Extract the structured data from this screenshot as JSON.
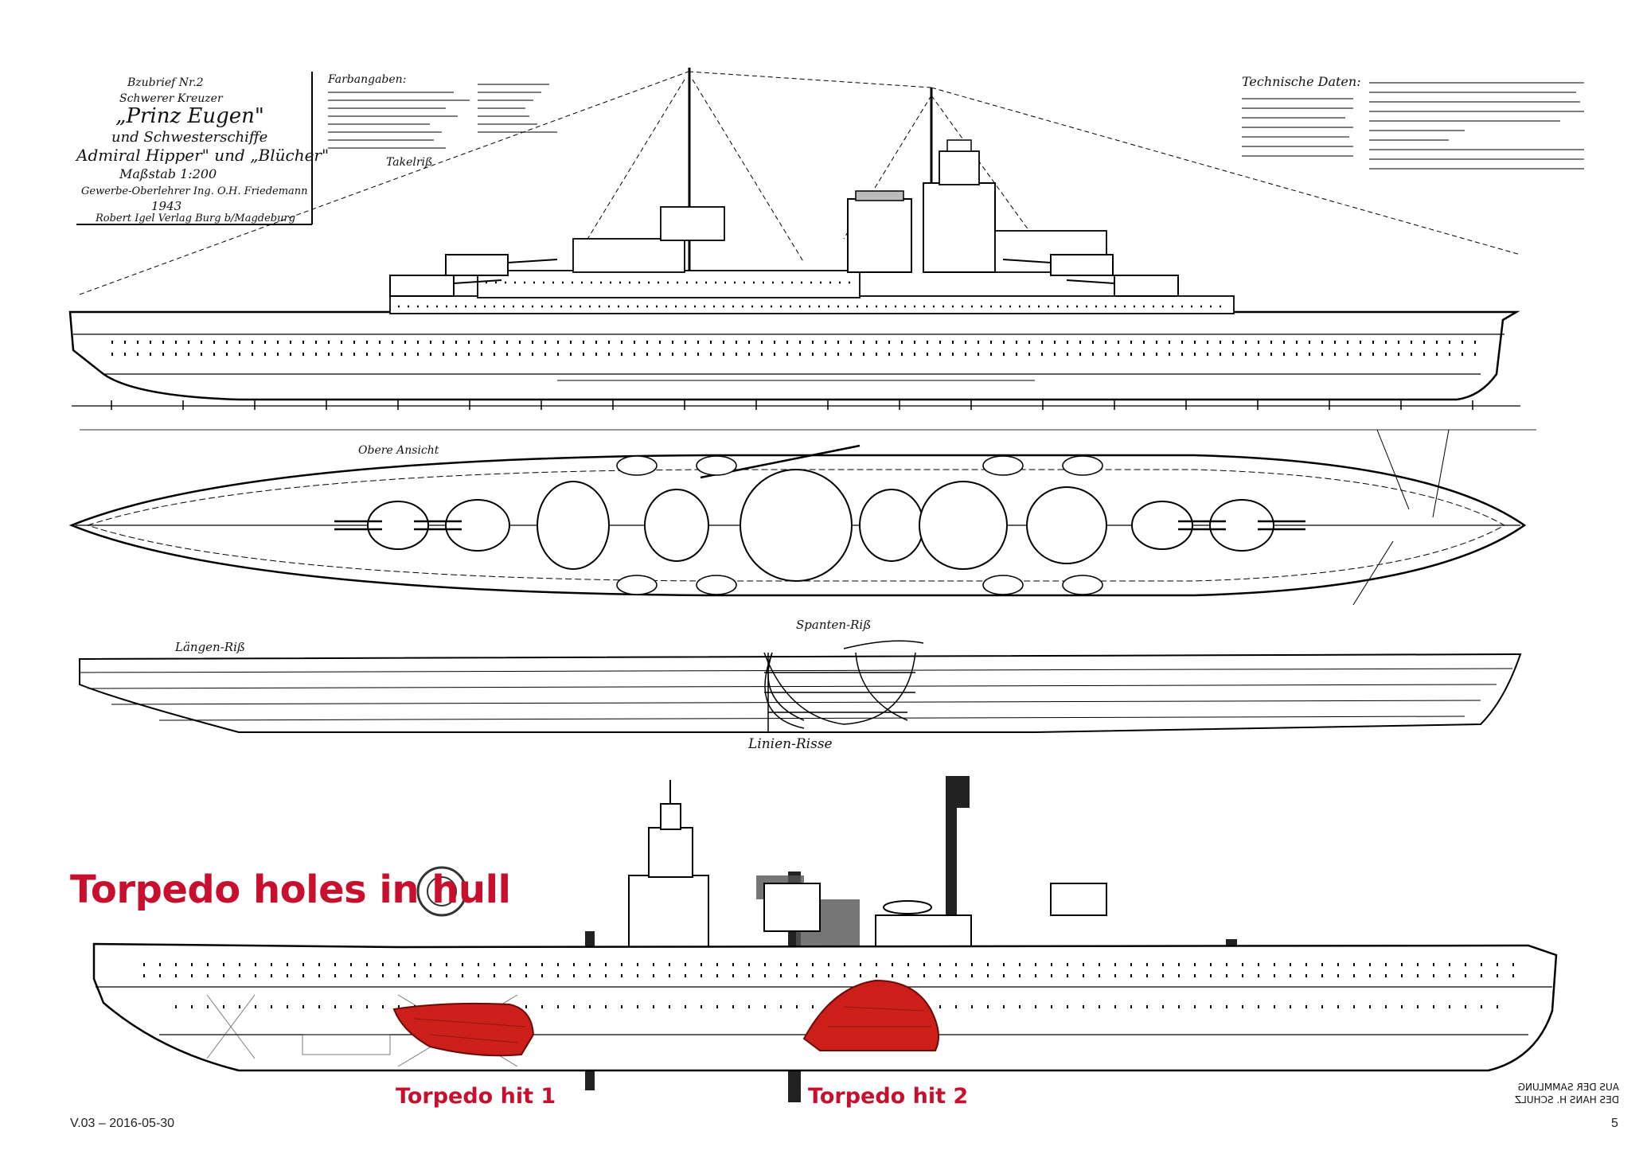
{
  "colors": {
    "accent": "#c8102e",
    "ink": "#000000",
    "paper": "#ffffff"
  },
  "plan": {
    "title_lines": [
      "Bzubrief Nr.2",
      "Schwerer Kreuzer",
      "„Prinz Eugen\"",
      "und Schwesterschiffe",
      "Admiral Hipper\" und „Blücher\"",
      "Maßstab 1:200",
      "Gewerbe-Oberlehrer Ing. O.H. Friedemann",
      "1943"
    ],
    "publisher": "Robert Igel Verlag Burg b/Magdeburg",
    "paint_header": "Farbangaben:",
    "tech_header": "Technische Daten:",
    "view_takelriss": "Takelriß",
    "view_obere": "Obere Ansicht",
    "view_laengen": "Längen-Riß",
    "view_spanten": "Spanten-Riß",
    "view_linien": "Linien-Risse"
  },
  "photo": {
    "heading": "Torpedo holes in hull",
    "hit1": "Torpedo hit 1",
    "hit2": "Torpedo hit 2",
    "stamp_line1": "AUS DER SAMMLUNG",
    "stamp_line2": "DES HANS H. SCHULZ"
  },
  "footer": {
    "version": "V.03 – 2016-05-30",
    "page": "5"
  }
}
